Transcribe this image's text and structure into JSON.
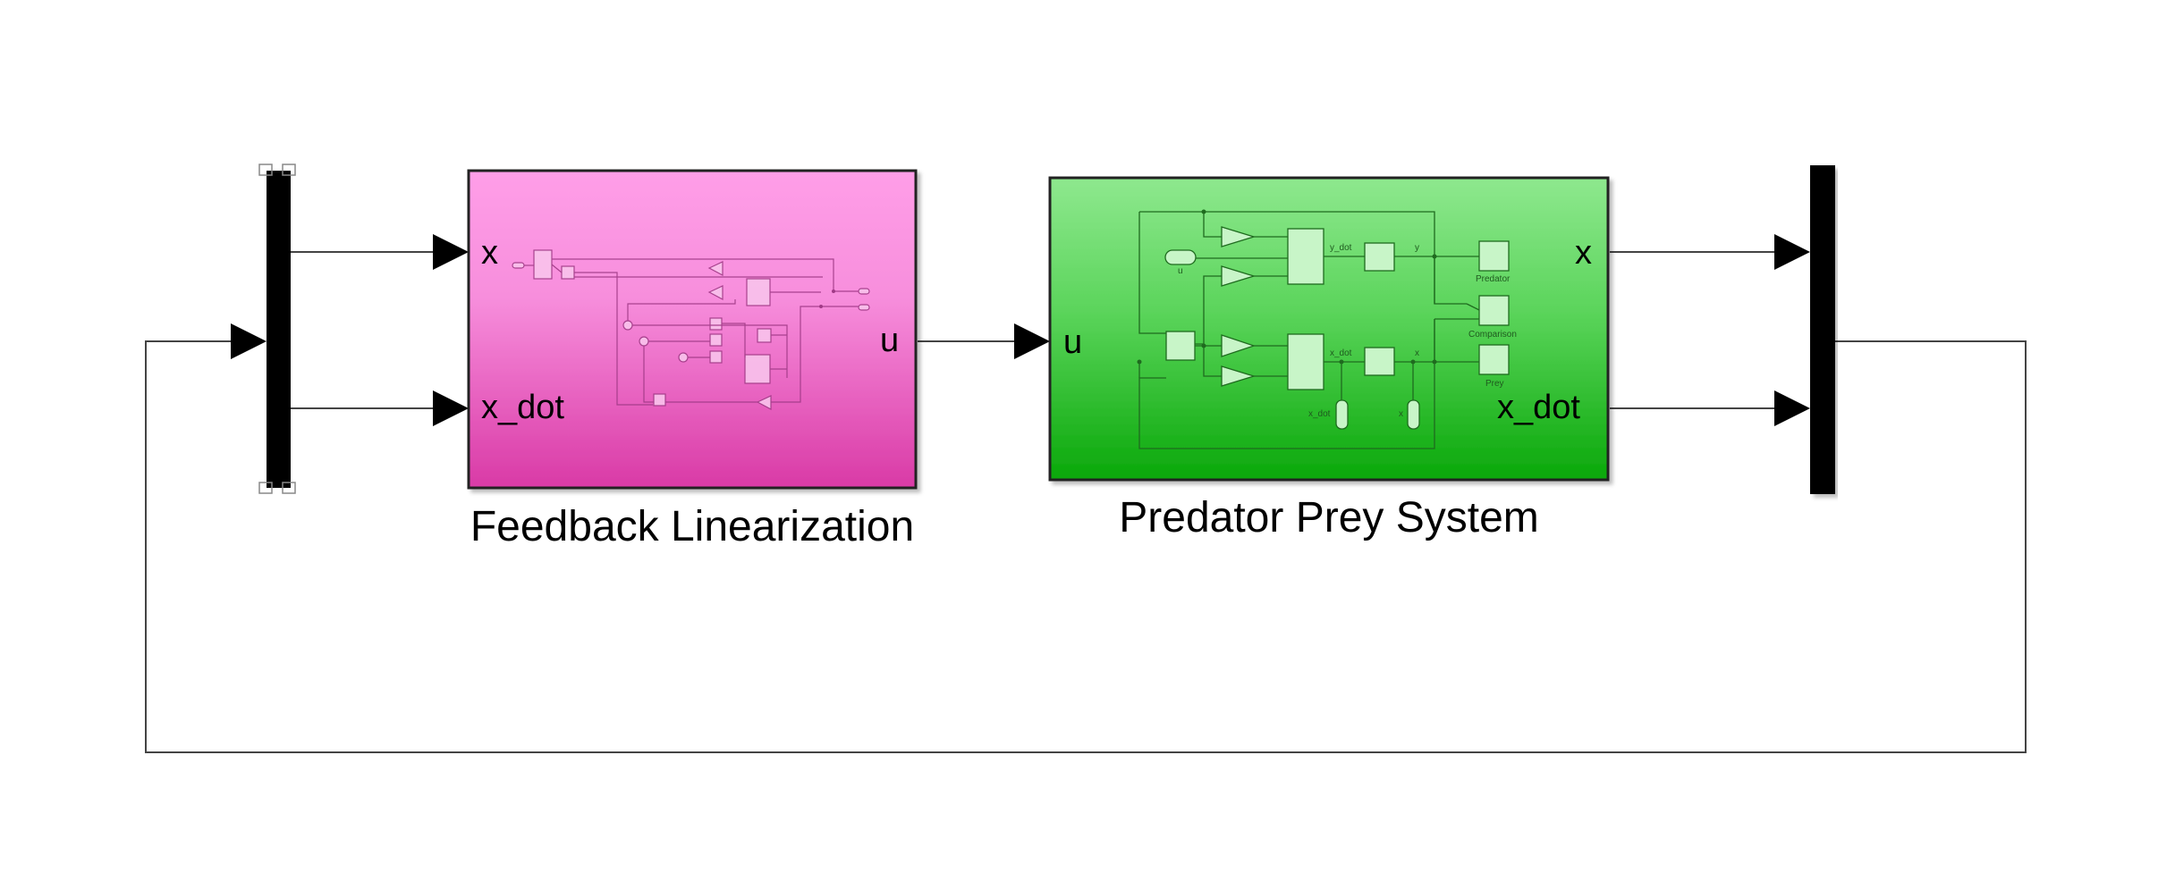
{
  "subsystems": {
    "feedback": {
      "title": "Feedback Linearization",
      "color_top": "#ff9ee8",
      "color_bottom": "#dd3aa8",
      "inputs": [
        "x",
        "x_dot"
      ],
      "outputs": [
        "u"
      ]
    },
    "plant": {
      "title": "Predator Prey System",
      "color_top": "#8ee88e",
      "color_bottom": "#0aaa0a",
      "inputs": [
        "u"
      ],
      "outputs": [
        "x",
        "x_dot"
      ],
      "inner_labels": {
        "u_in": "u",
        "y_dot": "y_dot",
        "y": "y",
        "x_dot": "x_dot",
        "x": "x",
        "x_dot_out": "x_dot",
        "x_out": "x",
        "predator": "Predator",
        "comparison": "Comparison",
        "prey": "Prey"
      }
    }
  }
}
